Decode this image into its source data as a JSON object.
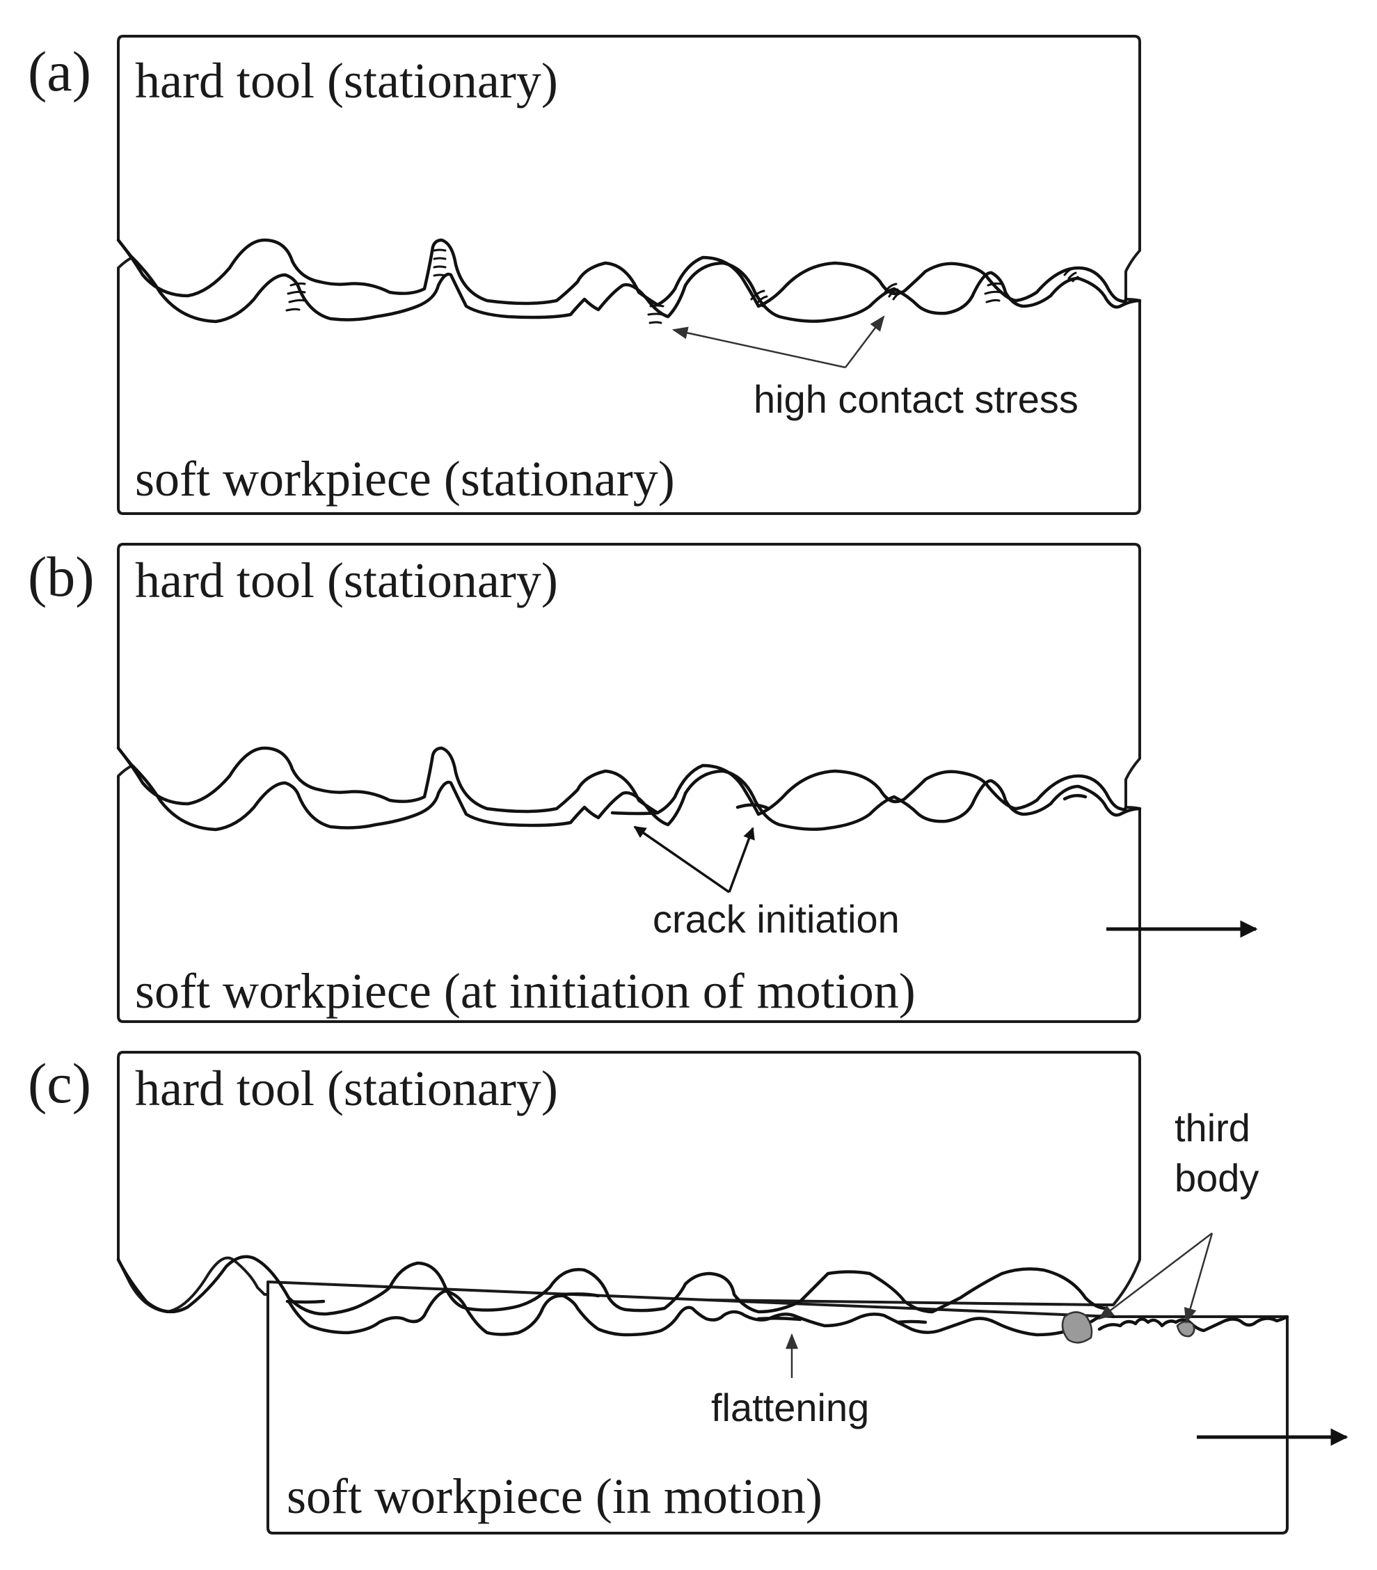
{
  "panels": [
    {
      "letter": "(a)",
      "tool_label": "hard tool (stationary)",
      "workpiece_label": "soft workpiece (stationary)",
      "annotations": [
        "high contact stress"
      ]
    },
    {
      "letter": "(b)",
      "tool_label": "hard tool (stationary)",
      "workpiece_label": "soft workpiece (at initiation of motion)",
      "annotations": [
        "crack initiation"
      ]
    },
    {
      "letter": "(c)",
      "tool_label": "hard tool (stationary)",
      "workpiece_label": "soft workpiece (in motion)",
      "annotations": [
        "flattening",
        "third",
        "body"
      ]
    }
  ],
  "colors": {
    "line": "#1a1a1a",
    "debris": "#9a9a9a"
  }
}
